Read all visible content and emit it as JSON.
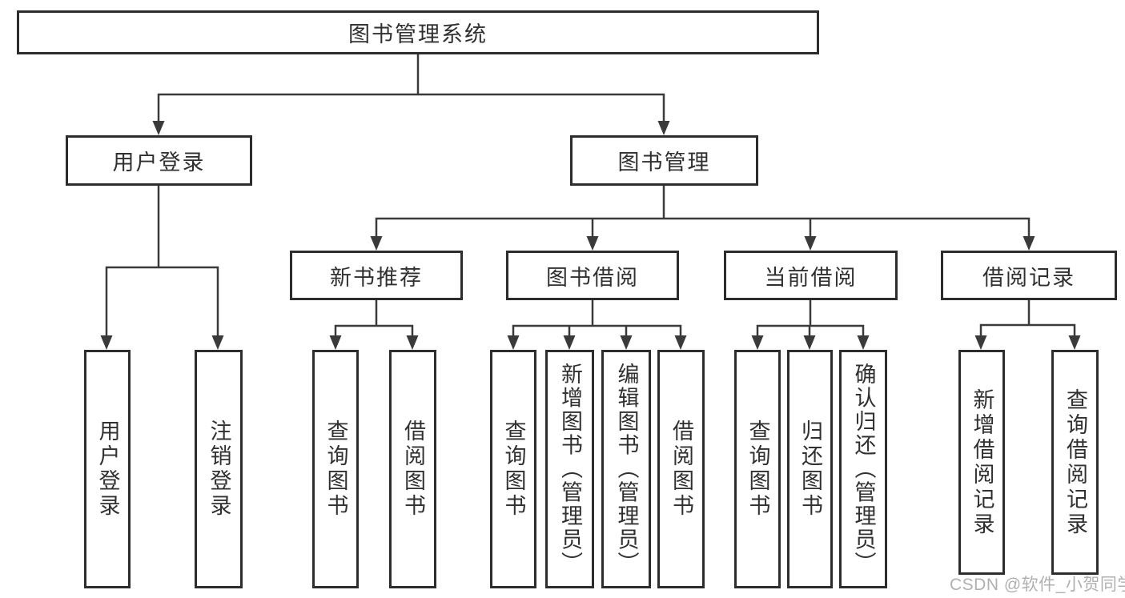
{
  "watermark": {
    "text": "CSDN @软件_小贺同学"
  },
  "colors": {
    "line": "#3a3a3a",
    "box_border": "#2d2d2d",
    "text": "#303030",
    "watermark": "#b0b0b0",
    "background": "#ffffff"
  },
  "tree": {
    "root": "图书管理系统",
    "children": [
      {
        "label": "用户登录",
        "children": [
          {
            "label": "用户登录"
          },
          {
            "label": "注销登录"
          }
        ]
      },
      {
        "label": "图书管理",
        "children": [
          {
            "label": "新书推荐",
            "children": [
              {
                "label": "查询图书"
              },
              {
                "label": "借阅图书"
              }
            ]
          },
          {
            "label": "图书借阅",
            "children": [
              {
                "label": "查询图书"
              },
              {
                "label": "新增图书（管理员）"
              },
              {
                "label": "编辑图书（管理员）"
              },
              {
                "label": "借阅图书"
              }
            ]
          },
          {
            "label": "当前借阅",
            "children": [
              {
                "label": "查询图书"
              },
              {
                "label": "归还图书"
              },
              {
                "label": "确认归还（管理员）"
              }
            ]
          },
          {
            "label": "借阅记录",
            "children": [
              {
                "label": "新增借阅记录"
              },
              {
                "label": "查询借阅记录"
              }
            ]
          }
        ]
      }
    ]
  }
}
